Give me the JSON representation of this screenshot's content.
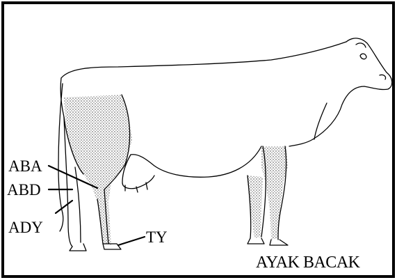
{
  "labels": {
    "aba": "ABA",
    "abd": "ABD",
    "ady": "ADY",
    "ty": "TY"
  },
  "caption": "AYAK BACAK",
  "colors": {
    "line": "#000000",
    "shading": "#b8b8b8",
    "background": "#ffffff"
  }
}
